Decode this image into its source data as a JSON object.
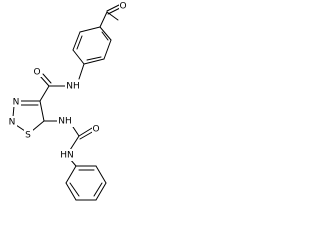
{
  "atom_labels": {
    "acetyl_oxygen": "O",
    "carbonyl_oxygen": "O",
    "amide_nh": "NH",
    "ring_n3": "N",
    "ring_n2": "N",
    "ring_s1": "S",
    "urea_nh1": "NH",
    "urea_oxygen": "O",
    "urea_nh2": "HN"
  },
  "colors": {
    "bond": "#000000",
    "label": "#000000",
    "background": "#ffffff"
  }
}
